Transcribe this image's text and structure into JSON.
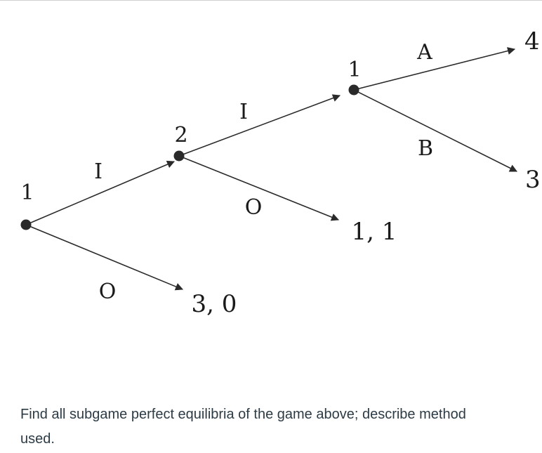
{
  "tree": {
    "nodes": [
      {
        "id": "n1",
        "player": "1"
      },
      {
        "id": "n2",
        "player": "2"
      },
      {
        "id": "n3",
        "player": "1"
      }
    ],
    "edges": [
      {
        "from": "n1",
        "to": "n2",
        "action": "I"
      },
      {
        "from": "n1",
        "to": "t1",
        "action": "O"
      },
      {
        "from": "n2",
        "to": "n3",
        "action": "I"
      },
      {
        "from": "n2",
        "to": "t2",
        "action": "O"
      },
      {
        "from": "n3",
        "to": "t3",
        "action": "A"
      },
      {
        "from": "n3",
        "to": "t4",
        "action": "B"
      }
    ],
    "payoffs": {
      "t1": "3, 0",
      "t2": "1, 1",
      "t3": "4",
      "t4": "3"
    }
  },
  "question": {
    "line1": "Find all subgame perfect equilibria of the game above; describe method",
    "line2": "used."
  }
}
